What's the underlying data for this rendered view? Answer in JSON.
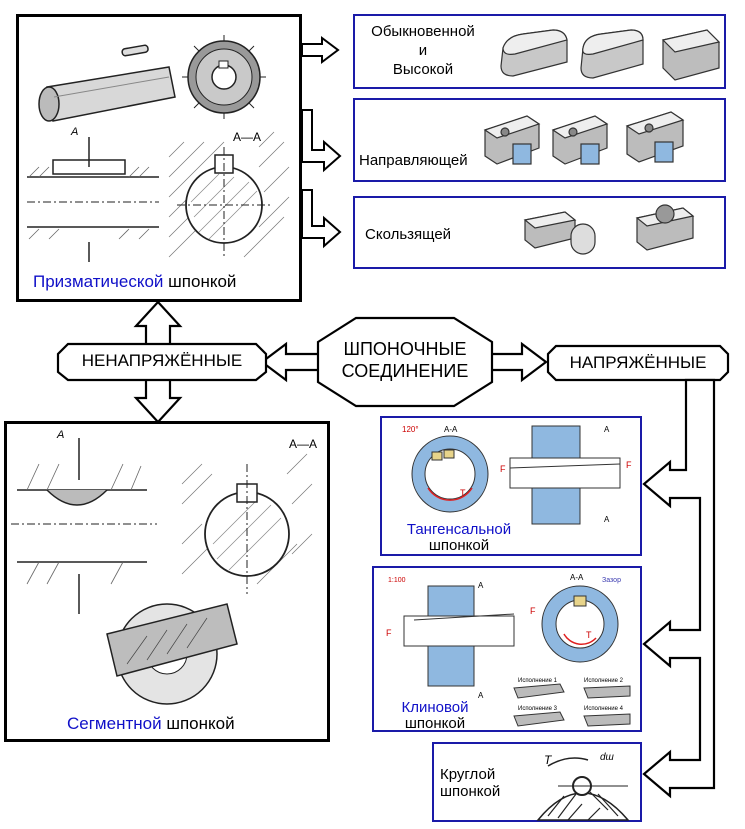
{
  "hub": {
    "line1": "ШПОНОЧНЫЕ",
    "line2": "СОЕДИНЕНИЕ"
  },
  "left_node": "НЕНАПРЯЖЁННЫЕ",
  "right_node": "НАПРЯЖЁННЫЕ",
  "prismatic": {
    "colored": "Призматической",
    "plain": "шпонкой",
    "section_label": "A—A",
    "cut_label": "A"
  },
  "segment": {
    "colored": "Сегментной",
    "plain": "шпонкой",
    "section_label": "A—A",
    "cut_label": "A"
  },
  "prismatic_types": [
    {
      "line1": "Обыкновенной",
      "line2": "и",
      "line3": "Высокой"
    },
    {
      "line1": "Направляющей"
    },
    {
      "line1": "Скользящей"
    }
  ],
  "tangential": {
    "colored": "Тангенсальной",
    "plain": "шпонкой",
    "section_label": "A-A",
    "angle_label": "120°",
    "force_label": "F",
    "torque_label": "T",
    "cut_label": "A"
  },
  "wedge": {
    "colored": "Клиновой",
    "plain": "шпонкой",
    "section_label": "A-A",
    "slope_label": "1:100",
    "gap_label": "Зазор",
    "force_label": "F",
    "torque_label": "T",
    "cut_label": "A",
    "variants": [
      "Исполнение 1",
      "Исполнение 2",
      "Исполнение 3",
      "Исполнение 4"
    ]
  },
  "round": {
    "line1": "Круглой",
    "line2": "шпонкой",
    "torque_label": "T",
    "dim_label": "dш"
  },
  "colors": {
    "label_blue": "#1010c8",
    "frame_blue": "#1a1aa8",
    "steel_blue": "#8fb8e0",
    "force_red": "#e02020"
  }
}
